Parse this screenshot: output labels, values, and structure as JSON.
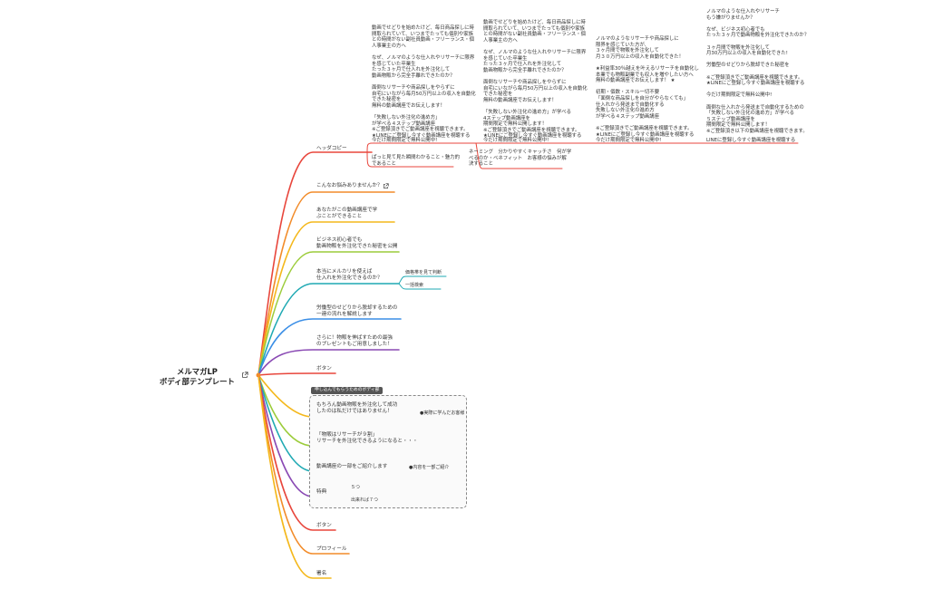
{
  "root": {
    "title": "メルマガLP\nボディ部テンプレート"
  },
  "group": {
    "title": "申し込んでもらうためのボディ部"
  },
  "colors": {
    "red": "#e8463c",
    "orange": "#f28c2a",
    "yellow": "#f4b81c",
    "lime": "#9ccc3b",
    "teal": "#1fa9b3",
    "blue": "#3a8ee6",
    "purple": "#8a4ab4",
    "magenta": "#c2479e",
    "gray": "#999999"
  },
  "branches": {
    "header": "ヘッダコピー",
    "worry": "こんなお悩みありませんか？",
    "can_do": "あなたがこの動画講座で学\nぶことができること",
    "beginner": "ビジネス初心者でも\n動画物販を外注化できた秘密を公開",
    "mercari": "本当にメルカリを使えば\n仕入れを外注化できるのか？",
    "mercari_sub1": "価格帯を見て判断",
    "mercari_sub2": "一括検索",
    "labor": "労働型のせどりから脱却するための\n一連の流れを解説します",
    "present": "さらに！物販を伸ばすための最強\nのプレゼントもご用意しました！",
    "button1": "ボタン",
    "outsourcing": "もちろん動画物販を外注化して成功\nしたのは私だけではありません！",
    "outsourcing_sub": "●実際に学んだお客様",
    "research": "「物販はリサーチが９割」\nリサーチを外注化できるようになると・・・",
    "lecture": "動画講座の一部をご紹介します",
    "lecture_sub": "●内容を一部ご紹介",
    "bonus": "特典",
    "bonus_sub1": "５つ",
    "bonus_sub2": "出来れば７つ",
    "button2": "ボタン",
    "profile": "プロフィール",
    "footer": "署名"
  },
  "header_children": {
    "col1": "動画でせどりを始めたけど、毎日商品探しに時\n間取られていて、いつまでたっても個別や家族\nとの時間がない副社員動画・フリーランス・個\n人事業主の方へ\n\nなぜ、ノルマのような仕入れやリサーチに限界\nを感じていた卒業生\nたった３ヶ月で仕入れを外注化して\n動画物販から完全手離れできたのか？\n\n面倒なリサーチや商品探しをやらずに\n自宅にいながら毎月50万円以上の収入を自動化\nできた秘密を\n無料の動画講座でお伝えします！\n\n「失敗しない外注化の進め方」\nが学べる４ステップ動画講座\n※ご登録頂きでご動画講座を視聴できます。\n★LINEにご登録し今すぐ動画講座を視聴する",
    "col1_cta": "今だけ期間限定で無料公開中!",
    "col1_note": "ぱっと見て見た瞬間わかること・魅力的\nであること",
    "col2": "動画でせどりを始めたけど、毎日商品探しに時\n間取られていて、いつまでたっても個別や家族\nとの時間がない副社員動画・フリーランス・個\n人事業主の方へ\n\nなぜ、ノルマのような仕入れやリサーチに限界\nを感じていた卒業生\nたった３ヶ月で仕入れを外注化して\n動画物販から完全手離れできたのか？\n\n面倒なリサーチや商品探しをやらずに\n自宅にいながら毎月50万円以上の収入を自動化\nできた秘密を\n無料の動画講座でお伝えします！\n\n「失敗しない外注化の進め方」が学べる\n4ステップ動画講座を\n期間限定で無料公開します！\n※ご登録頂きでご動画講座を視聴できます。\n★LINEにご登録し今すぐ動画講座を視聴する",
    "col2_cta": "今だけ期間限定で無料公開中!",
    "col2_note": "ネーミング　分かりやすくキャッチさ　何が学\nべるのか・ベネフィット　お客様の悩みが解\n決すること",
    "col3": "ノルマのようなリサーチや商品探しに\n限界を感じていた方が、\n３ヶ月間で物販を外注化して\n月３０万円以上の収入を自動化できた！\n\n★利益率30％越えを叶えるリサーチを自動化し\n本業でも物販副業でも収入を増やしたい方へ\n無料の動画講座でお伝えします！ ★\n\n初期・個数・スキル一切不要\n「面倒な商品探しを自分がやらなくても」\n仕入れから発送まで自動化する\n失敗しない外注化の進め方\nが学べる４ステップ動画講座\n\n※ご登録頂きでご動画講座を視聴できます。\n★LINEにご登録し今すぐ動画講座を視聴する",
    "col3_cta": "今だけ期間限定で無料公開中!",
    "col4": "ノルマのような仕入れやリサーチ\nもう嫌がりませんか？\n\nなぜ、ビジネス初心者でも\nたった３ヶ月で動画物販を外注化できたのか？\n\n３ヶ月間で物販を外注化して\n月30万円以上の収入を自動化できた!\n\n労働型のせどりから脱却できた秘密を\n\n※ご登録頂きでご動画講座を視聴できます。\n★LINEにご登録し今すぐ動画講座を視聴する\n\n今だけ期間限定で無料公開中!\n\n面倒な仕入れから発送まで自動化するための\n「失敗しない外注化の進め方」が学べる\n５ステップ動画講座を\n期間限定で無料公開します！\n※ご登録頂き以下の動画講座を視聴できます。",
    "col4_cta": "LINEに登録し今すぐ動画講座を視聴する"
  }
}
